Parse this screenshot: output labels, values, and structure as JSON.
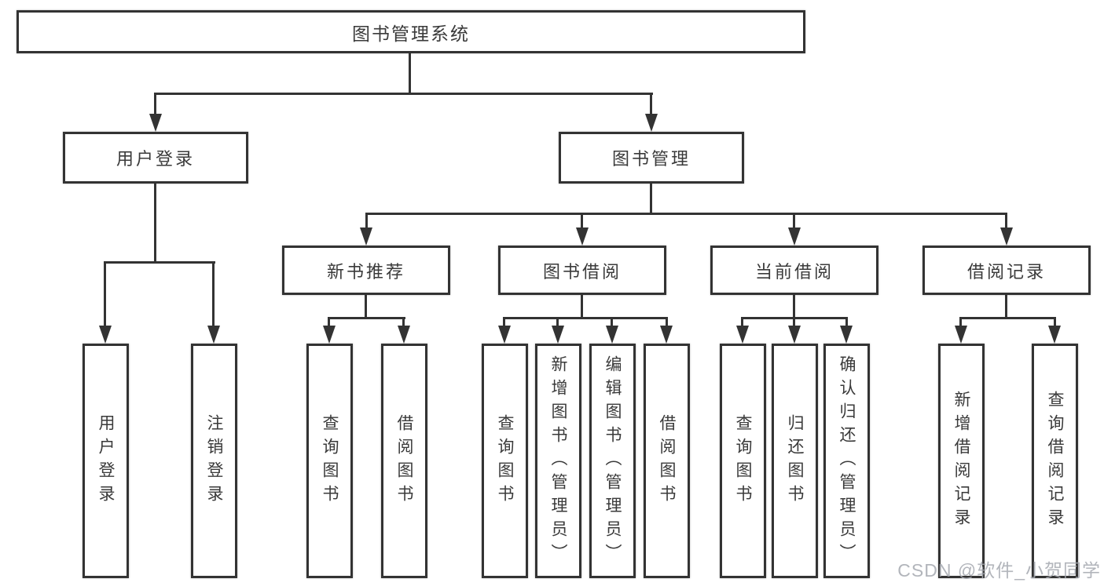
{
  "colors": {
    "line": "#333333",
    "box_background": "#ffffff",
    "text": "#3a3a3a",
    "watermark": "#a4a8af"
  },
  "watermark": "CSDN @软件_小贺同学",
  "tree": {
    "label": "图书管理系统",
    "children": [
      {
        "label": "用户登录",
        "children": [
          {
            "label": "用户登录"
          },
          {
            "label": "注销登录"
          }
        ]
      },
      {
        "label": "图书管理",
        "children": [
          {
            "label": "新书推荐",
            "children": [
              {
                "label": "查询图书"
              },
              {
                "label": "借阅图书"
              }
            ]
          },
          {
            "label": "图书借阅",
            "children": [
              {
                "label": "查询图书"
              },
              {
                "label": "新增图书（管理员）"
              },
              {
                "label": "编辑图书（管理员）"
              },
              {
                "label": "借阅图书"
              }
            ]
          },
          {
            "label": "当前借阅",
            "children": [
              {
                "label": "查询图书"
              },
              {
                "label": "归还图书"
              },
              {
                "label": "确认归还（管理员）"
              }
            ]
          },
          {
            "label": "借阅记录",
            "children": [
              {
                "label": "新增借阅记录"
              },
              {
                "label": "查询借阅记录"
              }
            ]
          }
        ]
      }
    ]
  }
}
